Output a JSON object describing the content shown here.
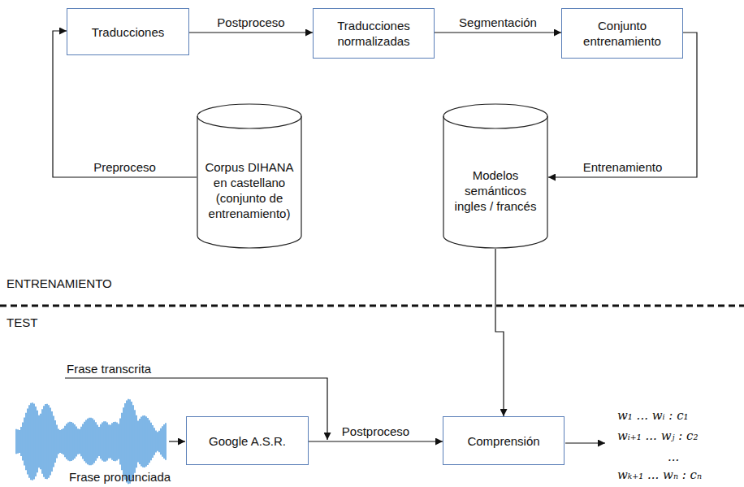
{
  "diagram": {
    "nodes": [
      {
        "text": [
          "Traducciones"
        ]
      },
      {
        "text": [
          "Traducciones normalizadas"
        ]
      },
      {
        "text": [
          "Conjunto entrenamiento"
        ]
      },
      {
        "text": [
          "Corpus DIHANA en castellano (conjunto de entrenamiento)"
        ]
      },
      {
        "text": [
          "Modelos semánticos ingles / francés"
        ]
      },
      {
        "text": [
          "Google A.S.R."
        ]
      },
      {
        "text": [
          "Comprensión"
        ]
      }
    ],
    "edges": [
      {
        "from": 0,
        "to": 1,
        "label": "Postproceso",
        "arrow": "to"
      },
      {
        "from": 1,
        "to": 2,
        "label": "Segmentación",
        "arrow": "to"
      },
      {
        "from": 2,
        "to": 4,
        "label": "Entrenamiento",
        "arrow": "to"
      },
      {
        "from": 3,
        "to": 0,
        "label": "Preproceso",
        "arrow": "to"
      },
      {
        "from": 4,
        "to": 6,
        "arrow": "to"
      },
      {
        "from": 5,
        "to": 6,
        "label": "Postproceso",
        "arrow": "to"
      }
    ],
    "labels": [
      "ENTRENAMIENTO",
      "TEST",
      "Frase transcrita",
      "Frase pronunciada",
      "w₁ ... wᵢ : c₁",
      "wᵢ₊₁ ... wⱼ : c₂",
      "...",
      "wₖ₊₁ ... wₙ : cₙ"
    ]
  }
}
